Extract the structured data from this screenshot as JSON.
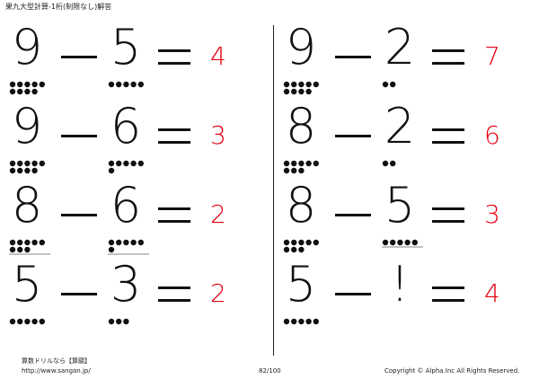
{
  "header": {
    "title": "果九大型計算-1桁(制限なし)解答"
  },
  "problems": [
    {
      "a": "9",
      "op": "ー",
      "b": "5",
      "eq": "＝",
      "answer": "4",
      "a_count": 9,
      "b_count": 5,
      "a_underline": false,
      "b_underline": false
    },
    {
      "a": "9",
      "op": "ー",
      "b": "2",
      "eq": "＝",
      "answer": "7",
      "a_count": 9,
      "b_count": 2,
      "a_underline": false,
      "b_underline": false
    },
    {
      "a": "9",
      "op": "ー",
      "b": "6",
      "eq": "＝",
      "answer": "3",
      "a_count": 9,
      "b_count": 6,
      "a_underline": false,
      "b_underline": false
    },
    {
      "a": "8",
      "op": "ー",
      "b": "2",
      "eq": "＝",
      "answer": "6",
      "a_count": 8,
      "b_count": 2,
      "a_underline": false,
      "b_underline": false
    },
    {
      "a": "8",
      "op": "ー",
      "b": "6",
      "eq": "＝",
      "answer": "2",
      "a_count": 8,
      "b_count": 6,
      "a_underline": true,
      "b_underline": true
    },
    {
      "a": "8",
      "op": "ー",
      "b": "5",
      "eq": "＝",
      "answer": "3",
      "a_count": 8,
      "b_count": 5,
      "a_underline": false,
      "b_underline": true
    },
    {
      "a": "5",
      "op": "ー",
      "b": "3",
      "eq": "＝",
      "answer": "2",
      "a_count": 5,
      "b_count": 3,
      "a_underline": false,
      "b_underline": false
    },
    {
      "a": "5",
      "op": "ー",
      "b": "!",
      "eq": "＝",
      "answer": "4",
      "a_count": 5,
      "b_count": 0,
      "a_underline": false,
      "b_underline": false
    }
  ],
  "footer": {
    "brand": "算数ドリルなら【算願】",
    "url": "http://www.sangan.jp/",
    "page": "82/100",
    "copyright": "Copyright © Alpha.Inc All Rights Reserved."
  },
  "colors": {
    "answer": "#e60012",
    "text": "#111111"
  }
}
